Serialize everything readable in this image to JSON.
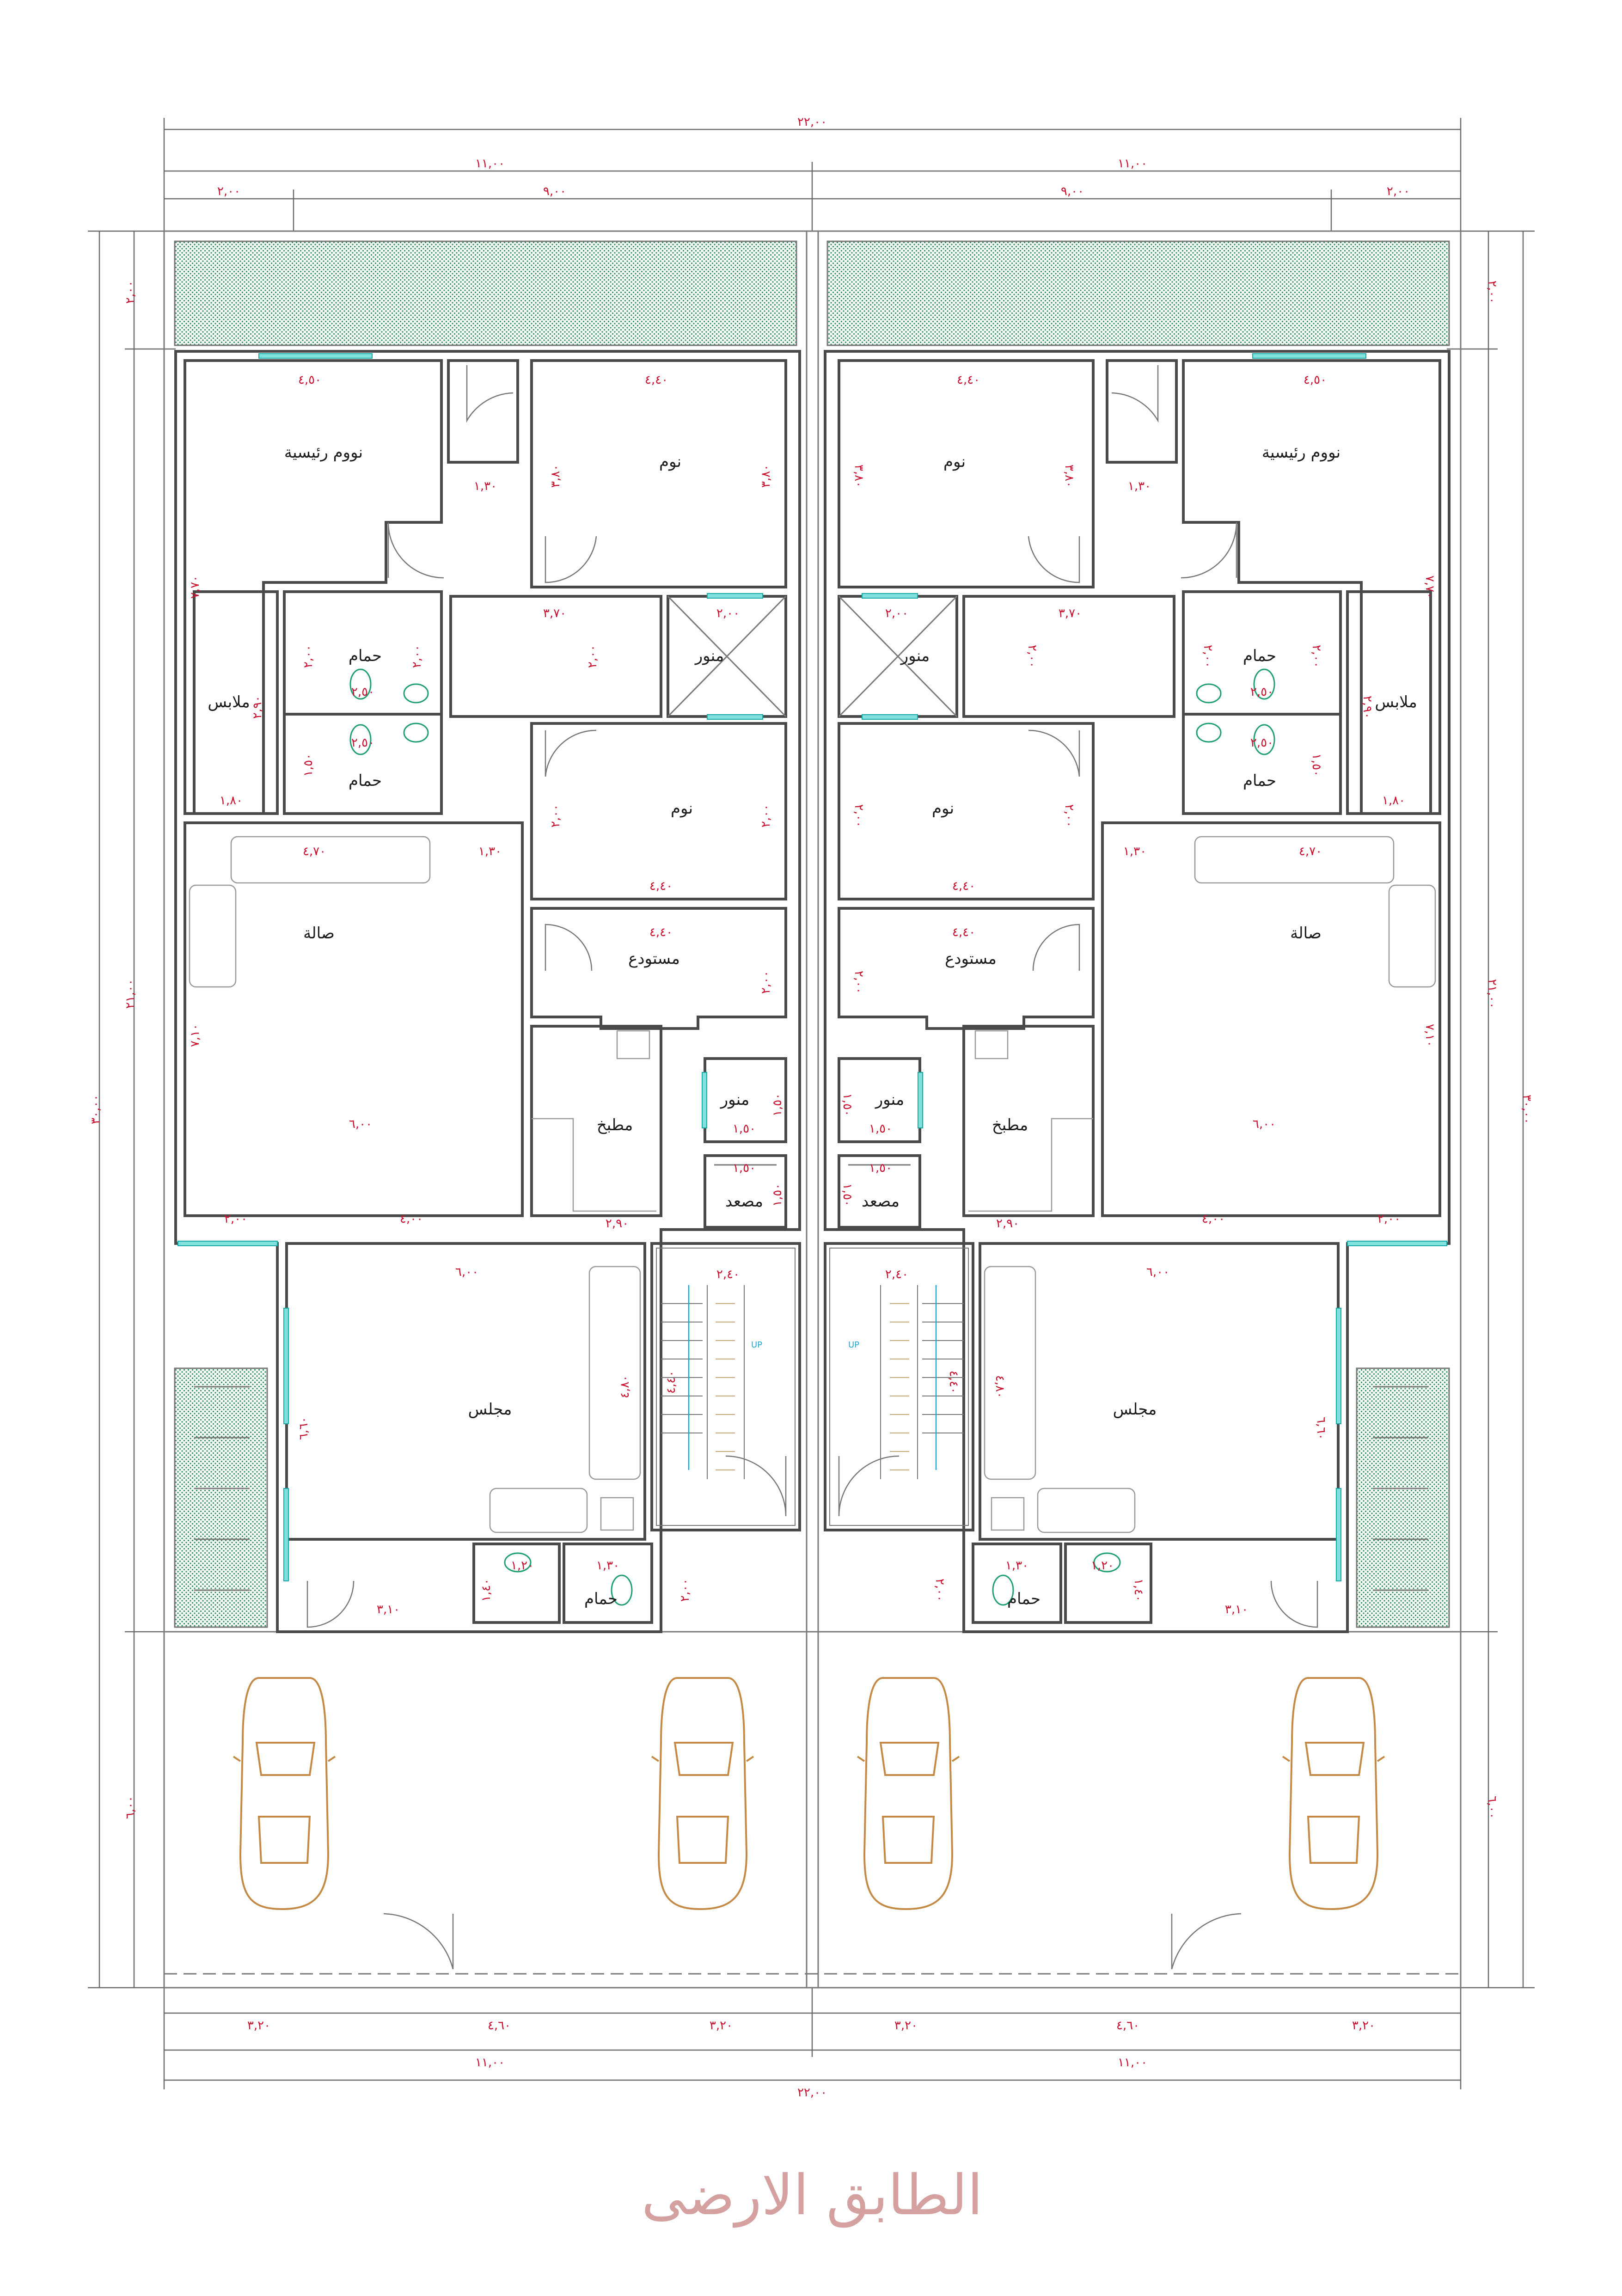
{
  "title": "الطابق الارضى",
  "rooms": {
    "master_bedroom": "نووم رئيسية",
    "bedroom": "نوم",
    "lightwell": "منور",
    "bathroom": "حمام",
    "closet": "ملابس",
    "hall": "صالة",
    "storage": "مستودع",
    "kitchen": "مطبخ",
    "elevator": "مصعد",
    "majlis": "مجلس"
  },
  "stair_label": "UP",
  "dims": {
    "d2200": "٢٢,٠٠",
    "d1100": "١١,٠٠",
    "d900": "٩,٠٠",
    "d200": "٢,٠٠",
    "d180": "١,٨٠",
    "d450": "٤,٥٠",
    "d440": "٤,٤٠",
    "d380": "٣,٨٠",
    "d130": "١,٣٠",
    "d370": "٣,٧٠",
    "d770": "٧,٧٠",
    "d250": "٢,٥٠",
    "d290": "٢,٩٠",
    "d150": "١,٥٠",
    "d470": "٤,٧٠",
    "d710": "٧,١٠",
    "d600": "٦,٠٠",
    "d400": "٤,٠٠",
    "d320": "٣,٢٠",
    "d240": "٢,٤٠",
    "d480": "٤,٨٠",
    "d660": "٦,٦٠",
    "d310": "٣,١٠",
    "d120": "١,٢٠",
    "d140": "١,٤٠",
    "d460": "٤,٦٠",
    "d2100": "٢١,٠٠",
    "d3000": "٣٠,٠٠"
  },
  "colors": {
    "wall": "#4a4a4a",
    "dimension_text": "#c8102e",
    "window": "#7fe0dc",
    "car": "#c48a45",
    "landscape": "#2e8b57",
    "title": "#d4a0a0"
  }
}
